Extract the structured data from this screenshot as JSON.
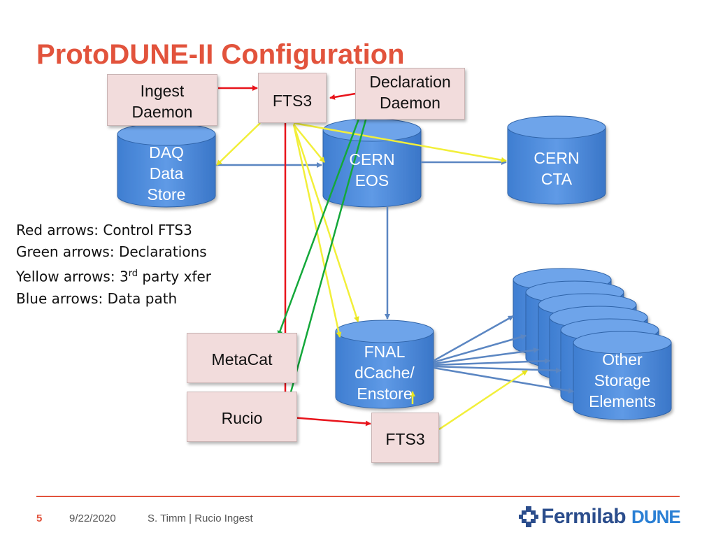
{
  "slide": {
    "title": "ProtoDUNE-II Configuration"
  },
  "boxes": {
    "ingest": "Ingest\nDaemon",
    "fts3_top": "FTS3",
    "declaration": "Declaration\nDaemon",
    "metacat": "MetaCat",
    "rucio": "Rucio",
    "fts3_bottom": "FTS3"
  },
  "cylinders": {
    "daq": "DAQ\nData\nStore",
    "eos": "CERN\nEOS",
    "cta": "CERN\nCTA",
    "fnal": "FNAL\ndCache/\nEnstore",
    "other": "Other\nStorage\nElements"
  },
  "legend": {
    "red": "Red arrows: Control  FTS3",
    "green": "Green arrows: Declarations",
    "yellow_prefix": "Yellow arrows: 3",
    "yellow_sup": "rd",
    "yellow_suffix": " party xfer",
    "blue": "Blue arrows: Data path"
  },
  "footer": {
    "page": "5",
    "date": "9/22/2020",
    "author": "S. Timm | Rucio Ingest",
    "logo_text": "Fermilab",
    "dune_logo": "DUNE"
  },
  "colors": {
    "title": "#e2533c",
    "box_fill": "#f2dcdc",
    "cylinder": "#4a86d6",
    "red_arrow": "#e8131b",
    "green_arrow": "#14a83a",
    "yellow_arrow": "#f2ef3a",
    "blue_arrow": "#5b86c2"
  }
}
